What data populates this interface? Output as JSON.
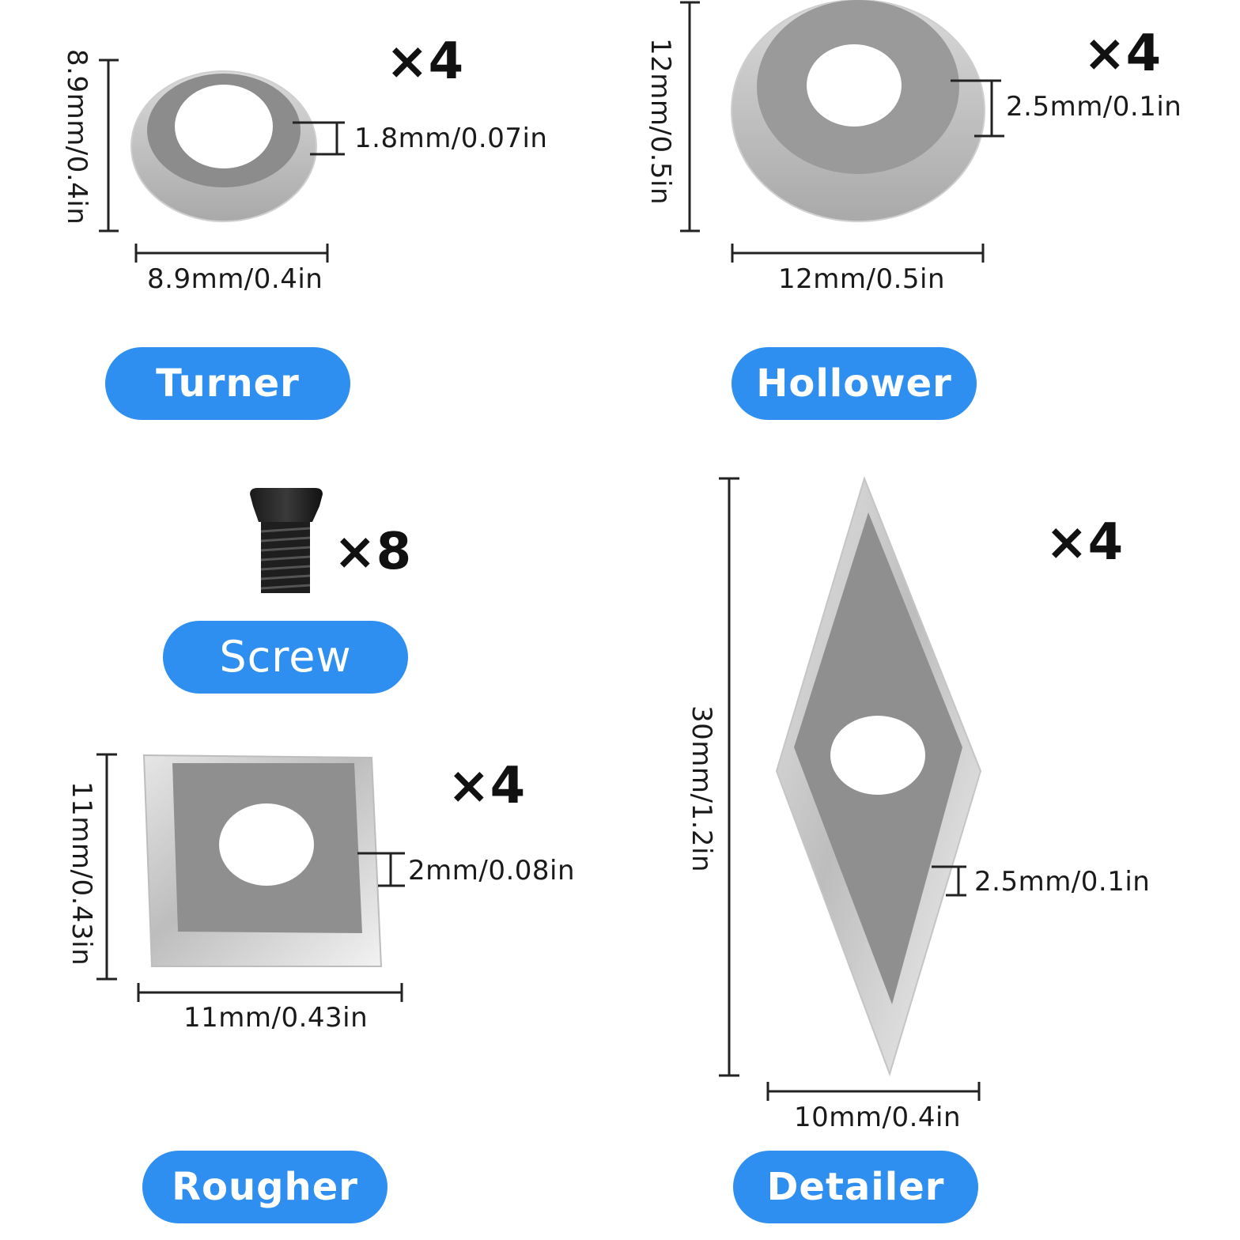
{
  "colors": {
    "label_bg": "#2f8ff0",
    "label_text": "#ffffff",
    "metal": "#b8b8b8",
    "metal_face": "#8e8e8e",
    "dimension_line": "#222222"
  },
  "products": {
    "turner": {
      "label": "Turner",
      "quantity": "×4",
      "height": "8.9mm/0.4in",
      "width": "8.9mm/0.4in",
      "thickness": "1.8mm/0.07in"
    },
    "hollower": {
      "label": "Hollower",
      "quantity": "×4",
      "height": "12mm/0.5in",
      "width": "12mm/0.5in",
      "thickness": "2.5mm/0.1in"
    },
    "screw": {
      "label": "Screw",
      "quantity": "×8"
    },
    "rougher": {
      "label": "Rougher",
      "quantity": "×4",
      "height": "11mm/0.43in",
      "width": "11mm/0.43in",
      "thickness": "2mm/0.08in"
    },
    "detailer": {
      "label": "Detailer",
      "quantity": "×4",
      "height": "30mm/1.2in",
      "width": "10mm/0.4in",
      "thickness": "2.5mm/0.1in"
    }
  }
}
